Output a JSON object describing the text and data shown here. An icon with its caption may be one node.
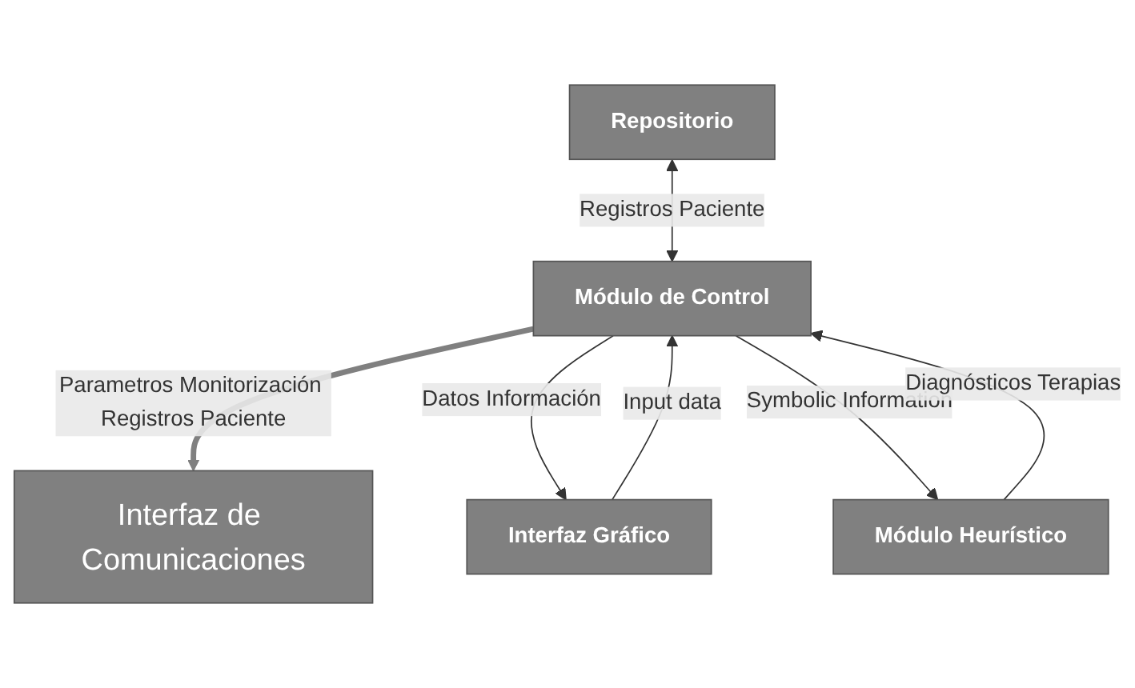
{
  "diagram": {
    "nodes": [
      {
        "text": [
          "Interfaz de Comunicaciones"
        ]
      },
      {
        "text": [
          "Repositorio"
        ]
      },
      {
        "text": [
          "Módulo de Control"
        ]
      },
      {
        "text": [
          "Interfaz Gráfico"
        ]
      },
      {
        "text": [
          "Módulo Heurístico"
        ]
      }
    ],
    "edges": [
      {
        "from": 2,
        "to": 0,
        "arrow": "to",
        "label": "Parametros Monitorización Registros Paciente",
        "style": "thick"
      },
      {
        "from": 1,
        "to": 2,
        "arrow": "both",
        "label": "Registros Paciente"
      },
      {
        "from": 3,
        "to": 2,
        "arrow": "to",
        "label": "Input data"
      },
      {
        "from": 2,
        "to": 3,
        "arrow": "to",
        "label": "Datos Información"
      },
      {
        "from": 2,
        "to": 4,
        "arrow": "to",
        "label": "Symbolic Information"
      },
      {
        "from": 4,
        "to": 2,
        "arrow": "to",
        "label": "Diagnósticos Terapias"
      }
    ]
  }
}
